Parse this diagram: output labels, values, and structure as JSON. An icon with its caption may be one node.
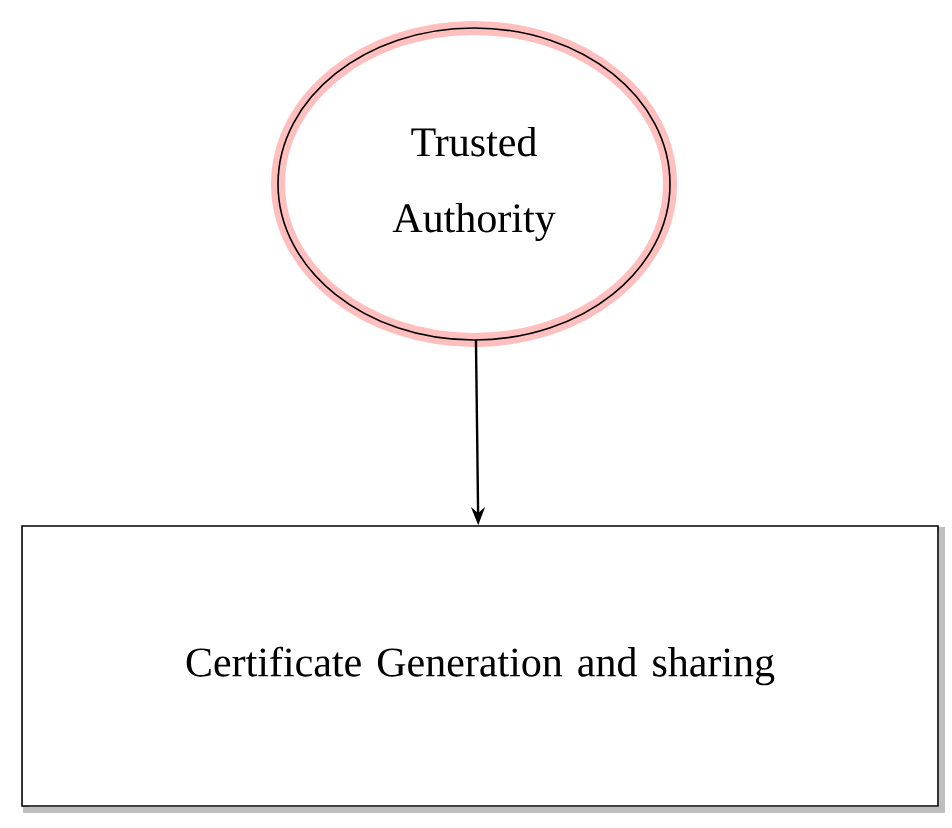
{
  "diagram": {
    "nodes": [
      {
        "text": [
          "Trusted Authority"
        ]
      },
      {
        "text": [
          "Certificate Generation and sharing"
        ]
      }
    ],
    "edges": [
      {
        "from": 0,
        "to": 1,
        "arrow": "to"
      }
    ]
  }
}
